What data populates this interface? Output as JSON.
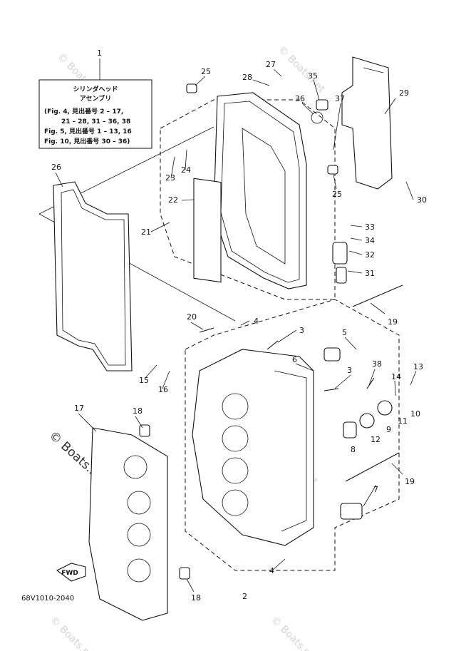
{
  "caption": {
    "title_line1": "シリンダヘッド",
    "title_line2": "アセンブリ",
    "ref_lines": [
      "(Fig. 4, 見出番号 2 – 17,",
      "21 – 28, 31 – 36, 38",
      "Fig. 5, 見出番号 1 – 13, 16",
      "Fig. 10, 見出番号 30 – 36)"
    ]
  },
  "callouts": [
    "1",
    "2",
    "3",
    "3",
    "4",
    "4",
    "5",
    "6",
    "7",
    "8",
    "9",
    "10",
    "11",
    "12",
    "13",
    "14",
    "15",
    "16",
    "17",
    "18",
    "18",
    "19",
    "19",
    "20",
    "21",
    "22",
    "23",
    "24",
    "25",
    "25",
    "26",
    "27",
    "28",
    "29",
    "30",
    "31",
    "32",
    "33",
    "34",
    "35",
    "36",
    "37",
    "38"
  ],
  "fwd_label": "FWD",
  "diagram_code": "68V1010-2040",
  "watermark": "© Boats.net",
  "watermark_small": "© Boats.net"
}
